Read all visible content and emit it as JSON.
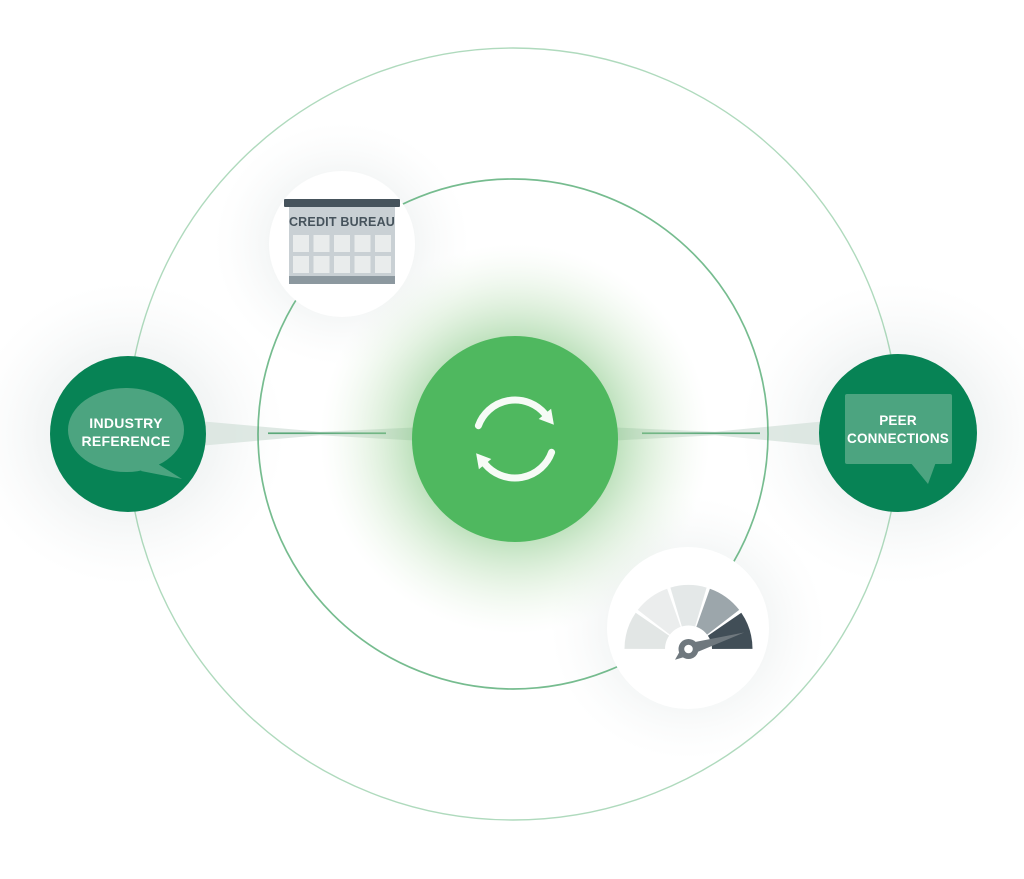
{
  "nodes": {
    "center": {
      "icon": "sync-refresh-icon"
    },
    "credit_bureau": {
      "label": "CREDIT BUREAU",
      "icon": "building-icon"
    },
    "industry_reference": {
      "line1": "INDUSTRY",
      "line2": "REFERENCE",
      "icon": "speech-bubble-ellipse-icon"
    },
    "peer_connections": {
      "line1": "PEER",
      "line2": "CONNECTIONS",
      "icon": "speech-bubble-rect-icon"
    },
    "score_gauge": {
      "icon": "gauge-icon"
    }
  },
  "colors": {
    "center_green": "#4FB85F",
    "node_dark_green": "#078355",
    "bubble_green": "#4CA480",
    "orbit_outer_green": "#5FB57B",
    "orbit_inner_green": "#3CA060",
    "beam_fill": "#D8E4DE",
    "beam_line_green": "#2F9356",
    "icon_white": "#FFFFFF",
    "label_white": "#FFFFFF",
    "building_dark": "#46535C",
    "building_facade": "#C9D0D4",
    "building_window": "#E9ECEC",
    "building_base": "#8C989F",
    "gauge_seg1": "#E2E6E5",
    "gauge_seg2": "#EBEDED",
    "gauge_seg3": "#E4E8E8",
    "gauge_seg4": "#9CA6AB",
    "gauge_seg5": "#414E57",
    "gauge_needle": "#6F787E",
    "node_circle_white": "#FFFFFF"
  }
}
